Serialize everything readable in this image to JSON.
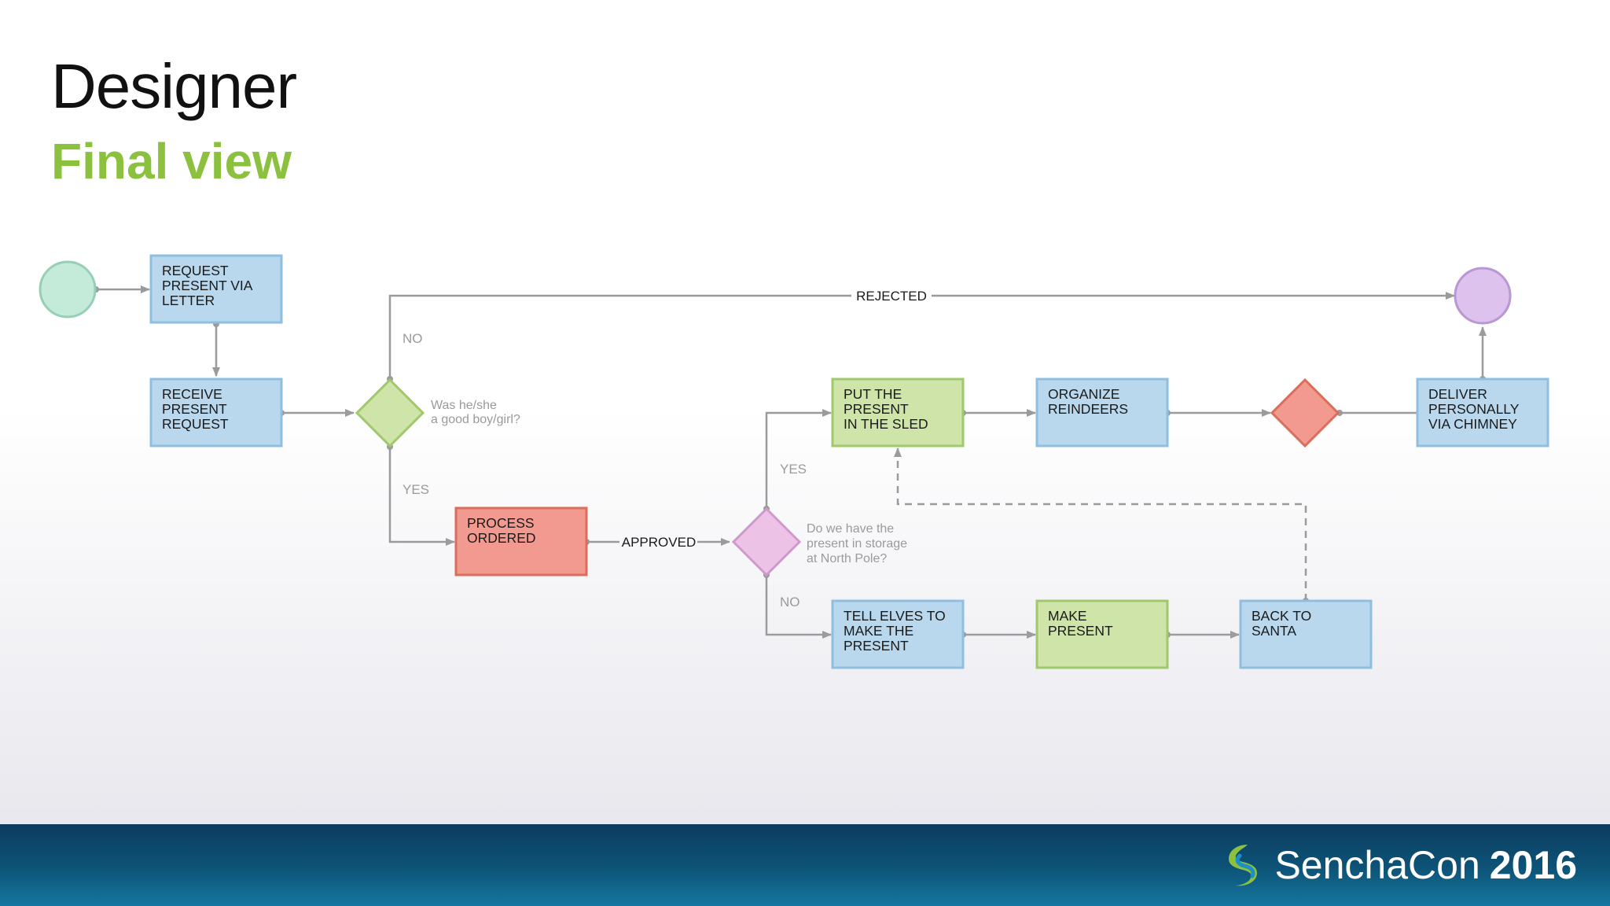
{
  "slide": {
    "title": "Designer",
    "subtitle": "Final view"
  },
  "colors": {
    "blue_fill": "#b9d8ee",
    "blue_stroke": "#8fbfe0",
    "green_fill": "#cfe4a8",
    "green_stroke": "#9fc96a",
    "red_fill": "#f29a90",
    "red_stroke": "#d96e5c",
    "pink_fill": "#ecc3e7",
    "pink_stroke": "#cf99cb",
    "start_fill": "#c4ead9",
    "start_stroke": "#96cfb8",
    "end_fill": "#dcc2ec",
    "end_stroke": "#b996d4",
    "edge": "#9b9b9b",
    "accent_green": "#8cc13f",
    "footer": "#0d5478"
  },
  "nodes": {
    "request_letter": [
      "REQUEST",
      "PRESENT VIA",
      "LETTER"
    ],
    "receive_request": [
      "RECEIVE",
      "PRESENT",
      "REQUEST"
    ],
    "process_ordered": [
      "PROCESS",
      "ORDERED"
    ],
    "put_in_sled": [
      "PUT THE",
      "PRESENT",
      "IN THE SLED"
    ],
    "organize_reindeers": [
      "ORGANIZE",
      "REINDEERS"
    ],
    "deliver_chimney": [
      "DELIVER",
      "PERSONALLY",
      "VIA CHIMNEY"
    ],
    "tell_elves": [
      "TELL ELVES TO",
      "MAKE THE",
      "PRESENT"
    ],
    "make_present": [
      "MAKE",
      "PRESENT"
    ],
    "back_to_santa": [
      "BACK TO",
      "SANTA"
    ]
  },
  "annotations": {
    "good_question": [
      "Was he/she",
      "a good boy/girl?"
    ],
    "storage_question": [
      "Do we have the",
      "present in storage",
      "at North Pole?"
    ]
  },
  "edge_labels": {
    "rejected": "REJECTED",
    "no_good": "NO",
    "yes_good": "YES",
    "approved": "APPROVED",
    "yes_storage": "YES",
    "no_storage": "NO"
  },
  "footer": {
    "brand_name": "SenchaCon",
    "brand_year": "2016",
    "logo_icon": "sencha-logo-icon"
  }
}
